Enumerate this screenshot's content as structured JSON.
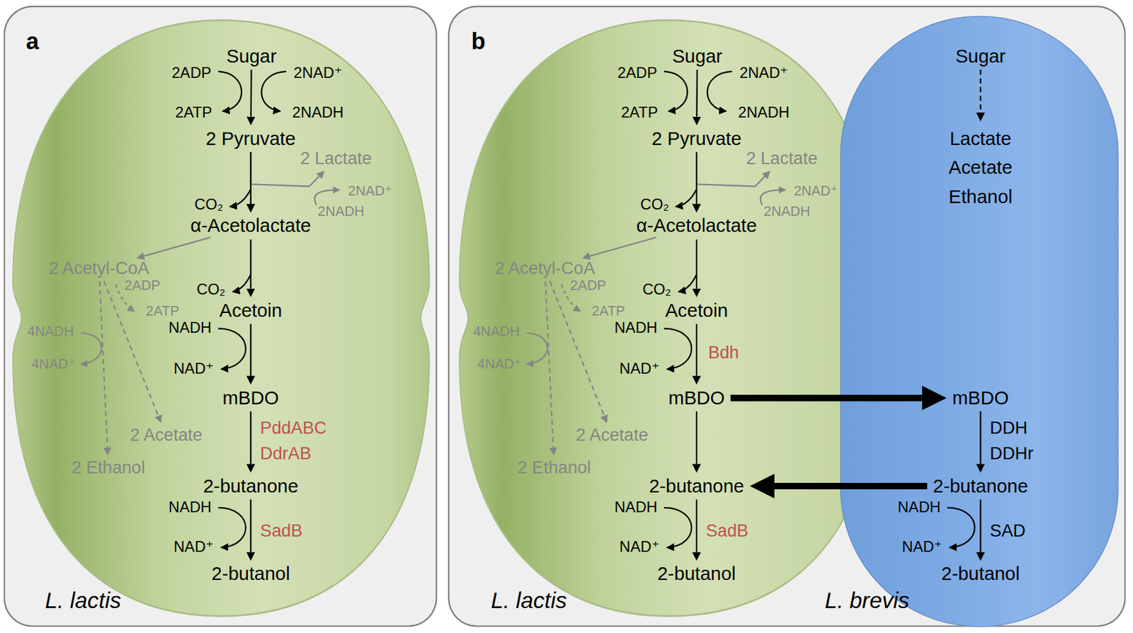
{
  "diagram": {
    "nodes": [
      {
        "text": [
          "a"
        ]
      },
      {
        "text": [
          "L. lactis"
        ],
        "in": 0
      },
      {
        "text": [
          "Sugar"
        ],
        "in": 1
      },
      {
        "text": [
          "2 Pyruvate"
        ],
        "in": 1
      },
      {
        "text": [
          "2 Lactate"
        ],
        "in": 1
      },
      {
        "text": [
          "α-Acetolactate"
        ],
        "in": 1
      },
      {
        "text": [
          "2 Acetyl-CoA"
        ],
        "in": 1
      },
      {
        "text": [
          "Acetoin"
        ],
        "in": 1
      },
      {
        "text": [
          "2 Acetate"
        ],
        "in": 1
      },
      {
        "text": [
          "2 Ethanol"
        ],
        "in": 1
      },
      {
        "text": [
          "mBDO"
        ],
        "in": 1
      },
      {
        "text": [
          "2-butanone"
        ],
        "in": 1
      },
      {
        "text": [
          "2-butanol"
        ],
        "in": 1
      },
      {
        "text": [
          "b"
        ]
      },
      {
        "text": [
          "L. lactis"
        ],
        "in": 13
      },
      {
        "text": [
          "L. brevis"
        ],
        "in": 13
      },
      {
        "text": [
          "Sugar"
        ],
        "in": 14
      },
      {
        "text": [
          "2 Pyruvate"
        ],
        "in": 14
      },
      {
        "text": [
          "2 Lactate"
        ],
        "in": 14
      },
      {
        "text": [
          "α-Acetolactate"
        ],
        "in": 14
      },
      {
        "text": [
          "2 Acetyl-CoA"
        ],
        "in": 14
      },
      {
        "text": [
          "Acetoin"
        ],
        "in": 14
      },
      {
        "text": [
          "2 Acetate"
        ],
        "in": 14
      },
      {
        "text": [
          "2 Ethanol"
        ],
        "in": 14
      },
      {
        "text": [
          "mBDO"
        ],
        "in": 14
      },
      {
        "text": [
          "2-butanone"
        ],
        "in": 14
      },
      {
        "text": [
          "2-butanol"
        ],
        "in": 14
      },
      {
        "text": [
          "Sugar"
        ],
        "in": 15
      },
      {
        "text": [
          "Lactate Acetate Ethanol"
        ],
        "in": 15
      },
      {
        "text": [
          "mBDO"
        ],
        "in": 15
      },
      {
        "text": [
          "2-butanone"
        ],
        "in": 15
      },
      {
        "text": [
          "2-butanol"
        ],
        "in": 15
      }
    ],
    "edges": [
      {
        "from": 2,
        "to": 3,
        "arrow": "to"
      },
      {
        "from": 3,
        "to": 4,
        "arrow": "to"
      },
      {
        "from": 3,
        "to": 5,
        "arrow": "to"
      },
      {
        "from": 5,
        "to": 6,
        "arrow": "to"
      },
      {
        "from": 5,
        "to": 7,
        "arrow": "to"
      },
      {
        "from": 6,
        "to": 8,
        "arrow": "to"
      },
      {
        "from": 6,
        "to": 9,
        "arrow": "to"
      },
      {
        "from": 7,
        "to": 10,
        "arrow": "to"
      },
      {
        "from": 10,
        "to": 11,
        "arrow": "to"
      },
      {
        "from": 11,
        "to": 12,
        "arrow": "to"
      },
      {
        "from": 16,
        "to": 17,
        "arrow": "to"
      },
      {
        "from": 17,
        "to": 18,
        "arrow": "to"
      },
      {
        "from": 17,
        "to": 19,
        "arrow": "to"
      },
      {
        "from": 19,
        "to": 20,
        "arrow": "to"
      },
      {
        "from": 19,
        "to": 21,
        "arrow": "to"
      },
      {
        "from": 20,
        "to": 22,
        "arrow": "to"
      },
      {
        "from": 20,
        "to": 23,
        "arrow": "to"
      },
      {
        "from": 21,
        "to": 24,
        "arrow": "to"
      },
      {
        "from": 24,
        "to": 25,
        "arrow": "to"
      },
      {
        "from": 25,
        "to": 26,
        "arrow": "to"
      },
      {
        "from": 27,
        "to": 28,
        "arrow": "to"
      },
      {
        "from": 24,
        "to": 29,
        "arrow": "to"
      },
      {
        "from": 30,
        "to": 25,
        "arrow": "to"
      },
      {
        "from": 29,
        "to": 30,
        "arrow": "to"
      },
      {
        "from": 30,
        "to": 31,
        "arrow": "to"
      }
    ],
    "labels": [
      "2ADP",
      "2NAD⁺",
      "2ATP",
      "2NADH",
      "2NAD⁺",
      "2NADH",
      "CO₂",
      "2ADP",
      "2ATP",
      "CO₂",
      "4NADH",
      "NADH",
      "4NAD⁺",
      "NAD⁺",
      "PddABC",
      "DdrAB",
      "NADH",
      "SadB",
      "NAD⁺",
      "2ADP",
      "2NAD⁺",
      "2ATP",
      "2NADH",
      "2NAD⁺",
      "2NADH",
      "CO₂",
      "2ADP",
      "2ATP",
      "CO₂",
      "4NADH",
      "NADH",
      "Bdh",
      "4NAD⁺",
      "NAD⁺",
      "NADH",
      "SadB",
      "NAD⁺",
      "DDH",
      "DDHr",
      "NADH",
      "SAD",
      "NAD⁺"
    ]
  }
}
